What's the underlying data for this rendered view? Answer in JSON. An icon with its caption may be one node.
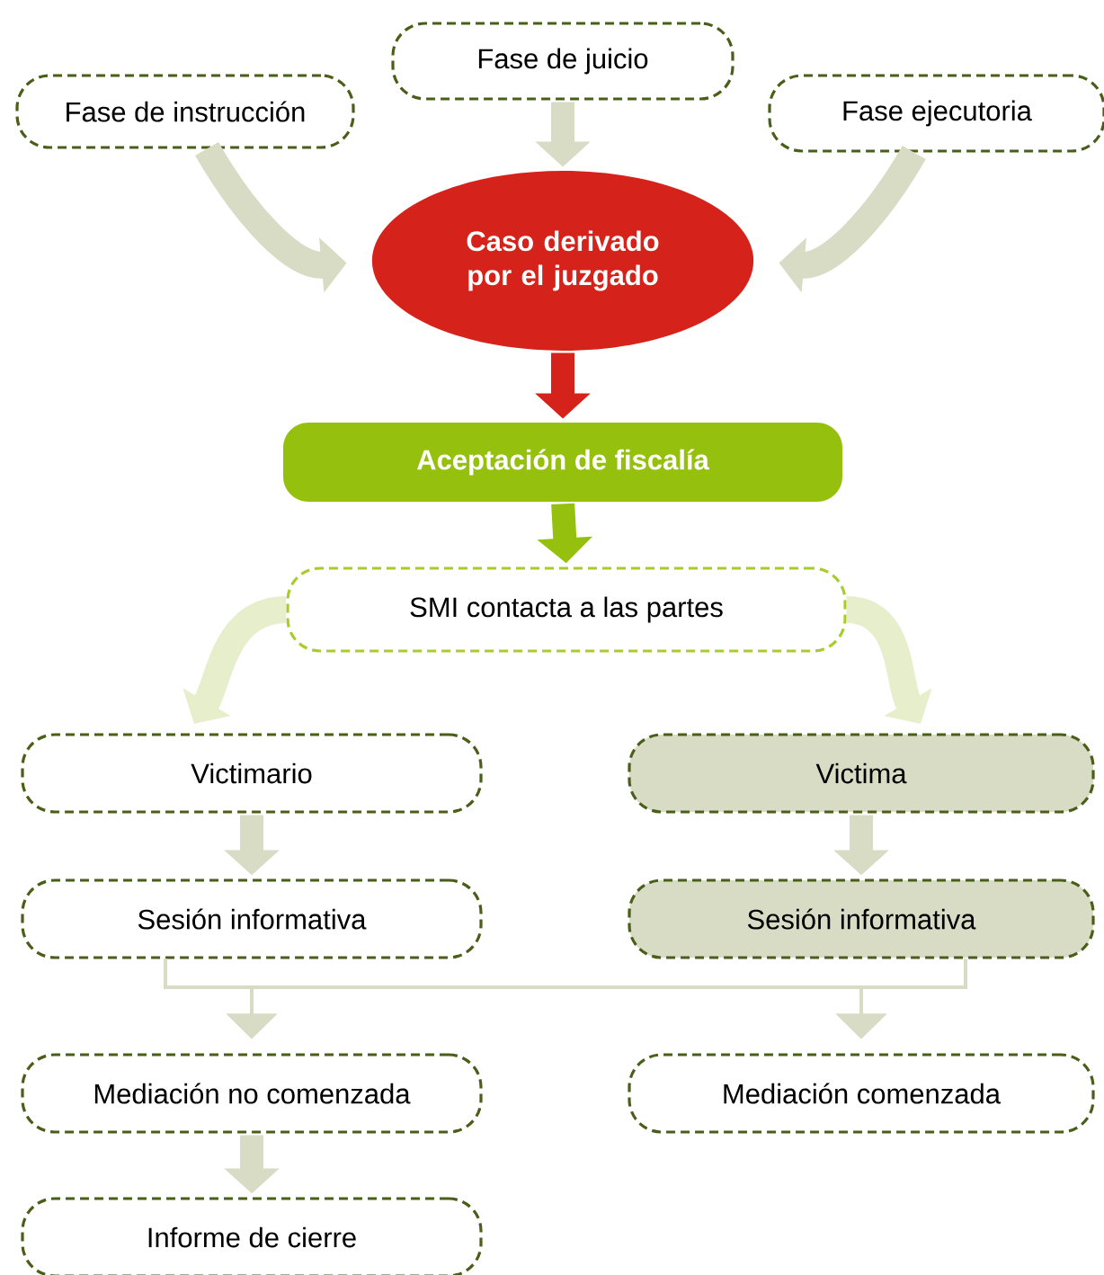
{
  "diagram": {
    "nodes": [
      {
        "text": [
          "Fase de instrucción"
        ]
      },
      {
        "text": [
          "Fase de juicio"
        ]
      },
      {
        "text": [
          "Fase ejecutoria"
        ]
      },
      {
        "text": [
          "Caso derivado por el juzgado"
        ]
      },
      {
        "text": [
          "Aceptación de fiscalía"
        ]
      },
      {
        "text": [
          "SMI contacta a las partes"
        ]
      },
      {
        "text": [
          "Victimario"
        ]
      },
      {
        "text": [
          "Victima"
        ]
      },
      {
        "text": [
          "Sesión informativa"
        ]
      },
      {
        "text": [
          "Sesión informativa"
        ]
      },
      {
        "text": [
          "Mediación no comenzada"
        ]
      },
      {
        "text": [
          "Mediación comenzada"
        ]
      },
      {
        "text": [
          "Informe de cierre"
        ]
      }
    ],
    "edges": [
      {
        "from": 0,
        "to": 3,
        "arrow": "to"
      },
      {
        "from": 1,
        "to": 3,
        "arrow": "to"
      },
      {
        "from": 2,
        "to": 3,
        "arrow": "to"
      },
      {
        "from": 3,
        "to": 4,
        "arrow": "to",
        "color": "#d5231c"
      },
      {
        "from": 4,
        "to": 5,
        "arrow": "to",
        "color": "#95c00e"
      },
      {
        "from": 5,
        "to": 6,
        "arrow": "to",
        "color": "#e6eecb"
      },
      {
        "from": 5,
        "to": 7,
        "arrow": "to",
        "color": "#e6eecb"
      },
      {
        "from": 6,
        "to": 8,
        "arrow": "to"
      },
      {
        "from": 7,
        "to": 9,
        "arrow": "to"
      },
      {
        "from": 8,
        "to": 10,
        "arrow": "to"
      },
      {
        "from": 8,
        "to": 11,
        "arrow": "to"
      },
      {
        "from": 9,
        "to": 10,
        "arrow": "to"
      },
      {
        "from": 9,
        "to": 11,
        "arrow": "to"
      },
      {
        "from": 10,
        "to": 12,
        "arrow": "to"
      }
    ]
  }
}
